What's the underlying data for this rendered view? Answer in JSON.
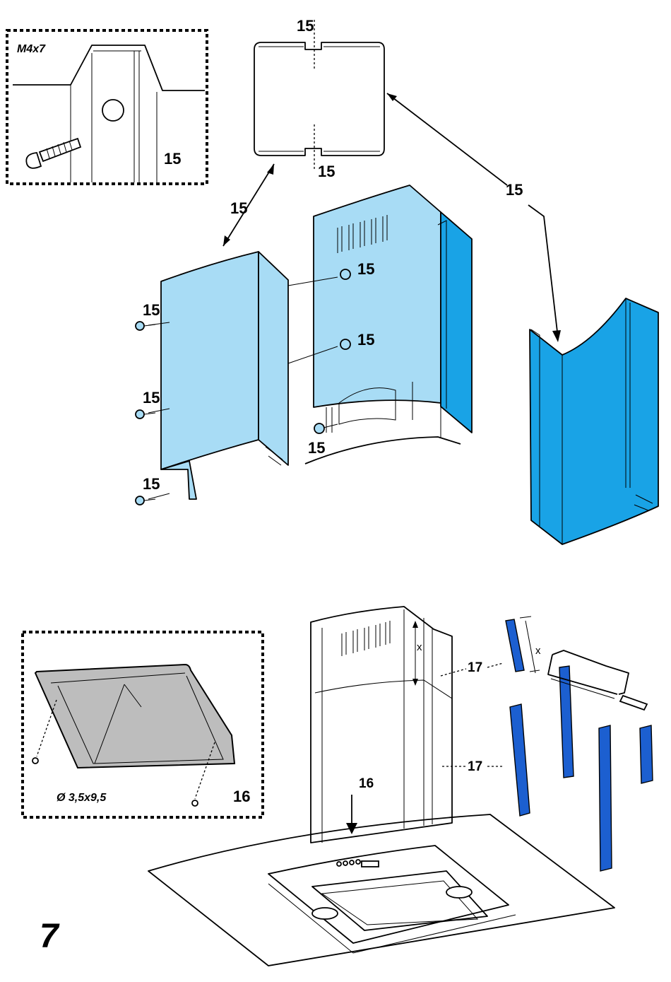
{
  "labels": {
    "screw_spec_top": "M4x7",
    "part_15": "15",
    "part_16": "16",
    "part_17": "17",
    "screw_spec_bottom": "Ø 3,5x9,5",
    "dimension_x": "x",
    "step_number": "7"
  },
  "colors": {
    "chimney_panel": "#a8dcf5",
    "chimney_rear": "#19a3e6",
    "bracket_bars": "#1c5fd0"
  }
}
